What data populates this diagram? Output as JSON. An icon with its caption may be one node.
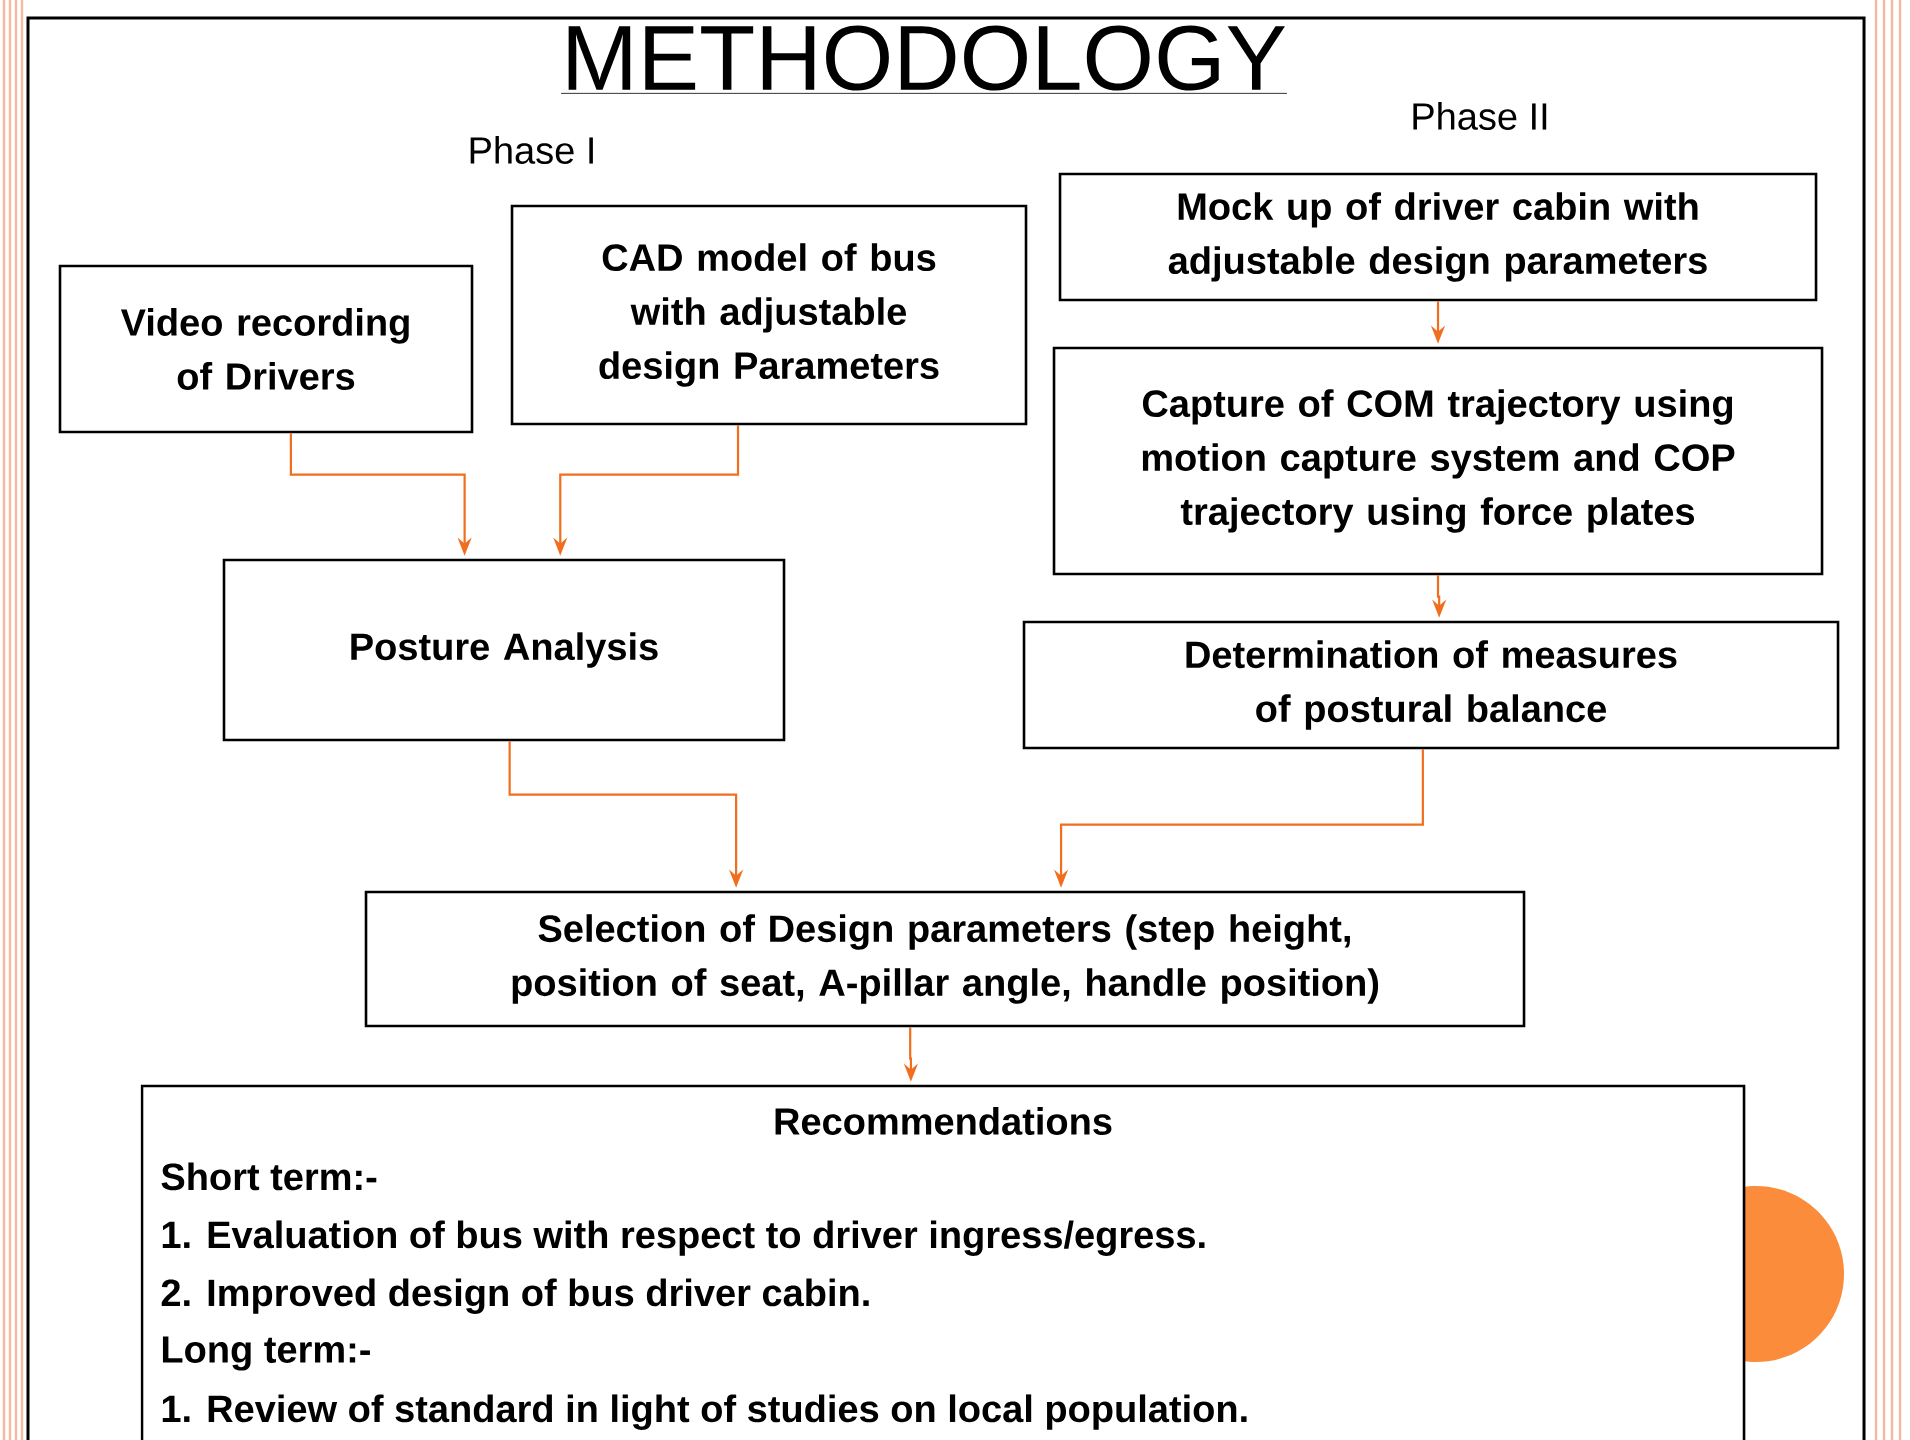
{
  "diagram": {
    "title": "METHODOLOGY",
    "nodes": [
      {
        "text": [
          "Video recording of Drivers"
        ]
      },
      {
        "text": [
          "CAD model of bus with adjustable design Parameters"
        ]
      },
      {
        "text": [
          "Mock up of driver cabin with adjustable design parameters"
        ]
      },
      {
        "text": [
          "Capture of COM trajectory using motion capture system and COP trajectory using force plates"
        ]
      },
      {
        "text": [
          "Posture Analysis"
        ]
      },
      {
        "text": [
          "Determination of measures of postural balance"
        ]
      },
      {
        "text": [
          "Selection of Design parameters (step height, position of seat, A-pillar angle, handle position)"
        ]
      },
      {
        "text": [
          "Recommendations",
          "Short term:-",
          "1.  Evaluation of bus with respect to driver ingress/egress.",
          "2.  Improved design of bus driver cabin.",
          "Long term:-",
          "1.   Review of standard in light of studies on local population."
        ]
      }
    ],
    "edges": [
      {
        "from": 0,
        "to": 4,
        "arrow": "to"
      },
      {
        "from": 1,
        "to": 4,
        "arrow": "to"
      },
      {
        "from": 4,
        "to": 6,
        "arrow": "to"
      },
      {
        "from": 5,
        "to": 6,
        "arrow": "to"
      },
      {
        "from": 2,
        "to": 3,
        "arrow": "to"
      },
      {
        "from": 3,
        "to": 5,
        "arrow": "to"
      },
      {
        "from": 6,
        "to": 7,
        "arrow": "to"
      }
    ],
    "labels": [
      "Phase I",
      "Phase II"
    ]
  }
}
